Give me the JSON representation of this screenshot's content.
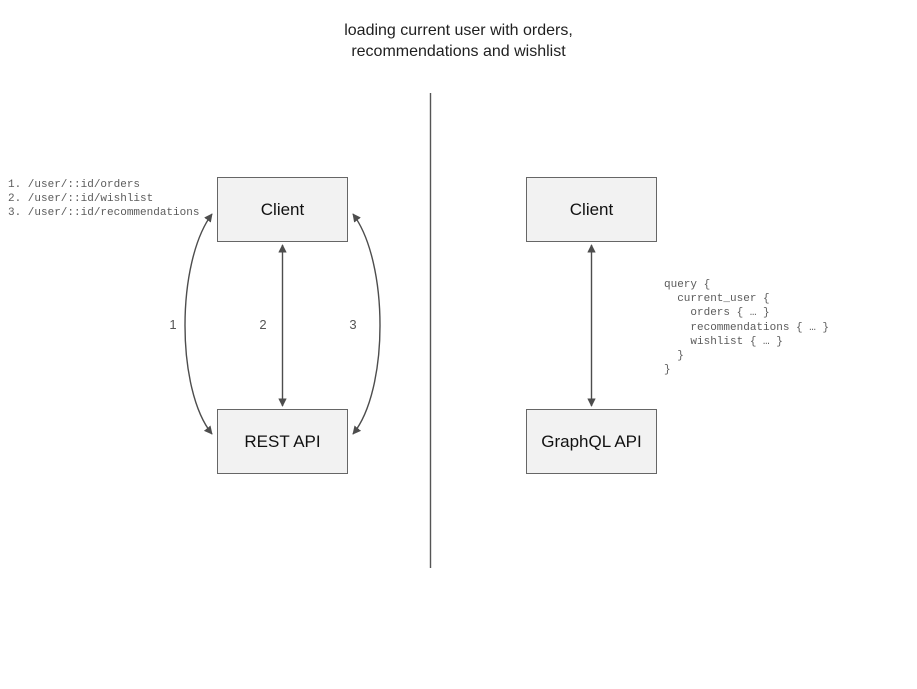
{
  "title": "loading current user with orders,\nrecommendations and wishlist",
  "colors": {
    "box_fill": "#f2f2f2",
    "box_border": "#666666",
    "stroke": "#4d4d4d",
    "text": "#1a1a1a",
    "code_text": "#5b5b5b",
    "label_text": "#555555",
    "background": "#ffffff"
  },
  "rest_panel": {
    "client_label": "Client",
    "api_label": "REST API",
    "endpoints": "1. /user/::id/orders\n2. /user/::id/wishlist\n3. /user/::id/recommendations",
    "endpoint_list": [
      {
        "number": "1.",
        "path": "/user/::id/orders"
      },
      {
        "number": "2.",
        "path": "/user/::id/wishlist"
      },
      {
        "number": "3.",
        "path": "/user/::id/recommendations"
      }
    ],
    "edges": [
      {
        "label": "1",
        "shape": "curve-left",
        "bidirectional": true
      },
      {
        "label": "2",
        "shape": "straight",
        "bidirectional": true
      },
      {
        "label": "3",
        "shape": "curve-right",
        "bidirectional": true
      }
    ]
  },
  "graphql_panel": {
    "client_label": "Client",
    "api_label": "GraphQL API",
    "query": "query {\n  current_user {\n    orders { … }\n    recommendations { … }\n    wishlist { … }\n  }\n}",
    "edges": [
      {
        "label": "",
        "shape": "straight",
        "bidirectional": true
      }
    ]
  },
  "divider": {
    "orientation": "vertical"
  }
}
